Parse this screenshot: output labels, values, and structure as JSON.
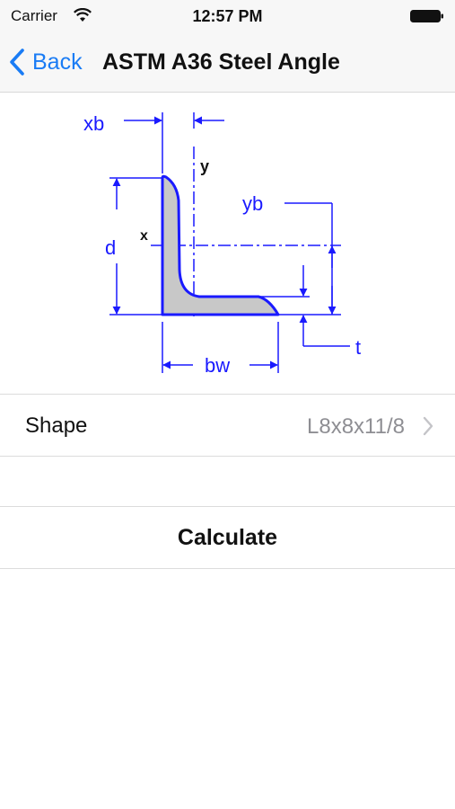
{
  "status_bar": {
    "carrier": "Carrier",
    "time": "12:57 PM"
  },
  "nav": {
    "back_label": "Back",
    "title": "ASTM A36 Steel Angle",
    "accent_color": "#1a7cf5"
  },
  "diagram": {
    "labels": {
      "xb": "xb",
      "y": "y",
      "yb": "yb",
      "d": "d",
      "x": "x",
      "t": "t",
      "bw": "bw"
    },
    "line_color": "#1a1aff",
    "fill_color": "#c8c8c8"
  },
  "shape_row": {
    "label": "Shape",
    "value": "L8x8x11/8"
  },
  "calculate": {
    "label": "Calculate"
  }
}
